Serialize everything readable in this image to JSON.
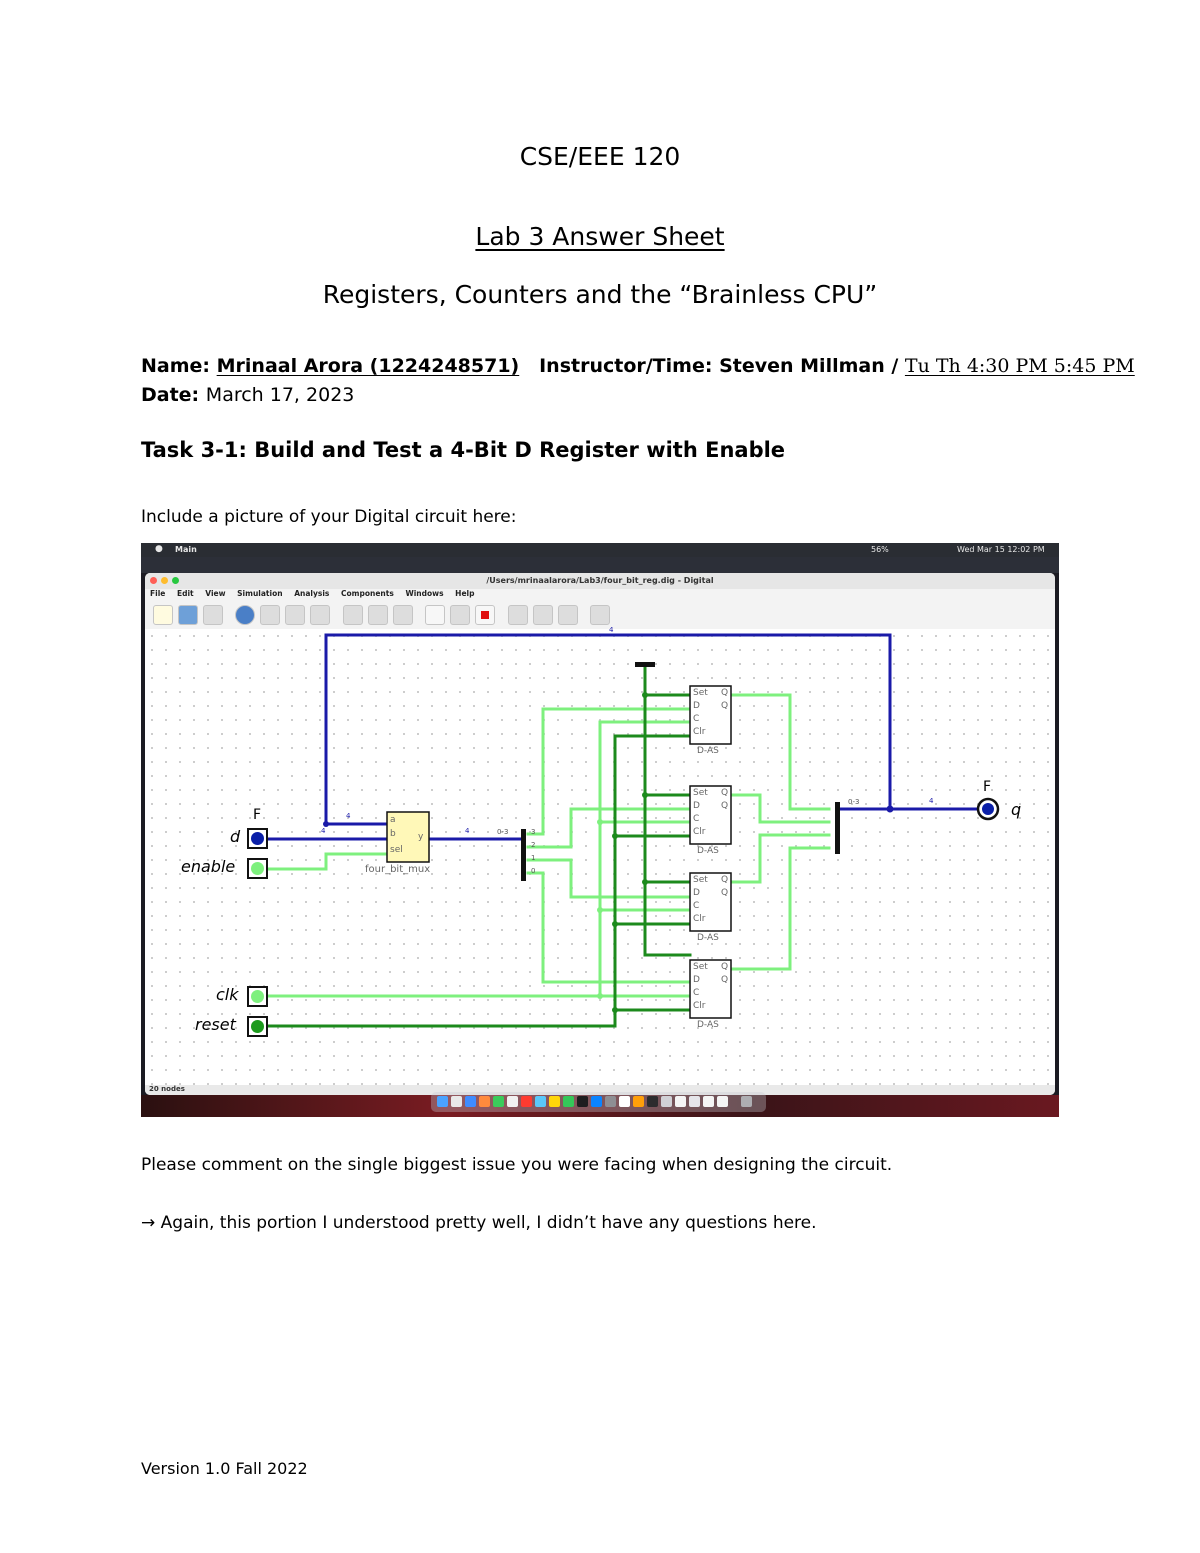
{
  "header": {
    "course": "CSE/EEE 120",
    "lab_title": "Lab 3 Answer Sheet",
    "subtitle": "Registers, Counters and the “Brainless CPU”"
  },
  "student": {
    "name_label": "Name:",
    "name_value": "Mrinaal Arora (1224248571)",
    "instructor_label": "Instructor/Time:",
    "instructor_value": "Steven Millman /",
    "time_value": "Tu Th 4:30 PM 5:45 PM",
    "date_label": "Date:",
    "date_value": "March 17, 2023"
  },
  "task": {
    "heading": "Task 3-1: Build and Test a 4-Bit D Register with Enable",
    "instruction": "Include a picture of your Digital circuit here:",
    "comment_prompt": "Please comment on the single biggest issue you were facing when designing the circuit.",
    "answer": "→ Again, this portion I understood pretty well, I didn’t have any questions here."
  },
  "screenshot": {
    "mac_menubar": {
      "app": "Main",
      "battery": "56%",
      "clock": "Wed Mar 15  12:02 PM"
    },
    "window_title": "/Users/mrinaalarora/Lab3/four_bit_reg.dig - Digital",
    "menu": [
      "File",
      "Edit",
      "View",
      "Simulation",
      "Analysis",
      "Components",
      "Windows",
      "Help"
    ],
    "status": "20 nodes",
    "circuit": {
      "inputs": [
        {
          "label": "d",
          "top_label": "F",
          "color": "#0a1fa8"
        },
        {
          "label": "enable",
          "color": "#7ef07e"
        },
        {
          "label": "clk",
          "color": "#7ef07e"
        },
        {
          "label": "reset",
          "color": "#1c9a1c"
        }
      ],
      "output": {
        "label": "q",
        "top_label": "F"
      },
      "mux": {
        "name": "four_bit_mux",
        "pins": [
          "a",
          "b",
          "sel"
        ],
        "out": "y"
      },
      "flipflop": {
        "name": "D-AS",
        "pins": [
          "Set",
          "D",
          "C",
          "Clr"
        ],
        "outs": [
          "Q",
          "Q"
        ]
      },
      "bus_width": "4",
      "splitter_range": "0-3",
      "splitter_bits": [
        "3",
        "2",
        "1",
        "0"
      ]
    }
  },
  "footer": "Version 1.0 Fall 2022"
}
